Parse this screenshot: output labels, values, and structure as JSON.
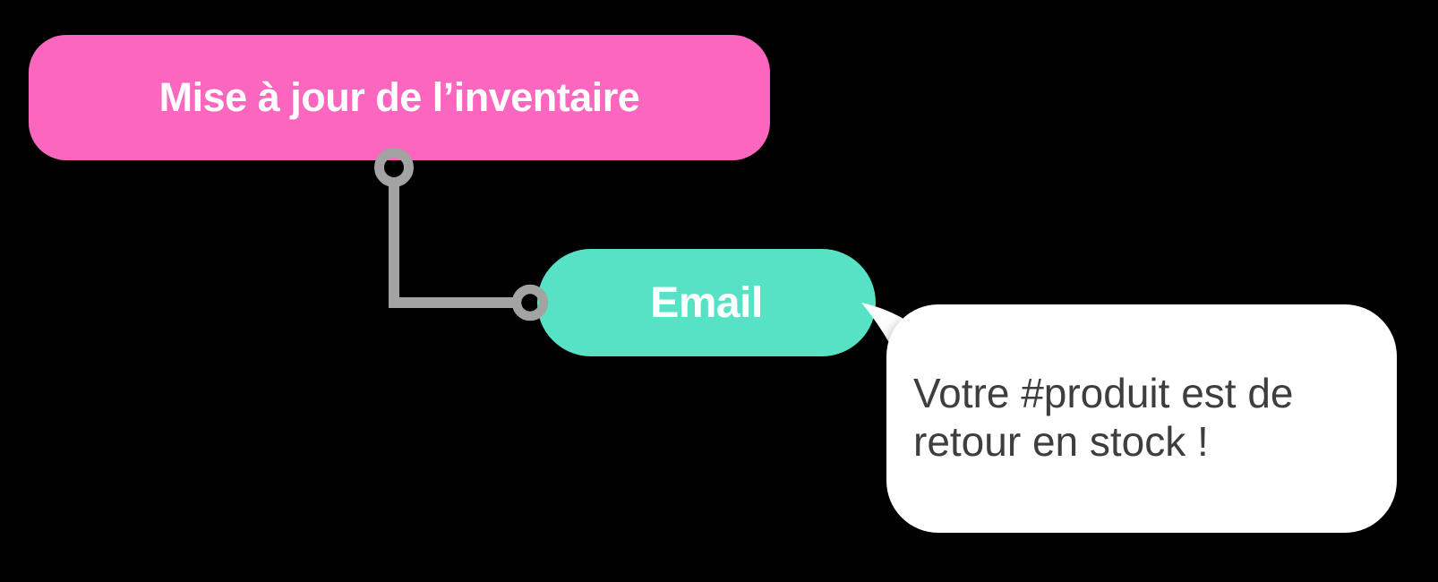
{
  "background_color": "#000000",
  "workflow": {
    "trigger_node": {
      "label": "Mise à jour de l’inventaire",
      "color": "#FB66BE",
      "text_color": "#FFFFFF"
    },
    "connector": {
      "color": "#A3A3A3"
    },
    "action_node": {
      "label": "Email",
      "color": "#57E2C6",
      "text_color": "#FFFFFF"
    },
    "message_preview": {
      "text": "Votre #produit est de\nretour en stock !",
      "background_color": "#FFFFFF",
      "text_color": "#3E3E3E"
    }
  }
}
